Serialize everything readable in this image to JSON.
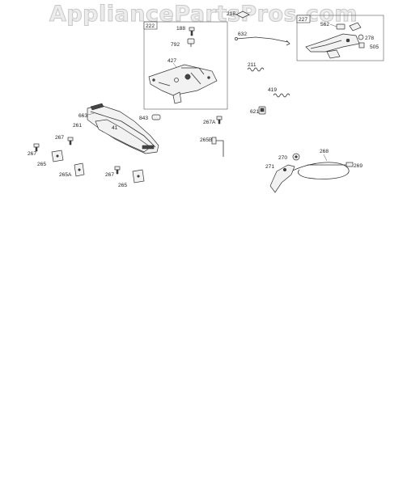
{
  "watermark": "AppliancePartsPros.com",
  "groups": {
    "left_box": "222",
    "right_box": "227"
  },
  "labels": {
    "p188": "188",
    "p792": "792",
    "p427": "427",
    "p218": "218",
    "p632": "632",
    "p562": "562",
    "p278": "278",
    "p505": "505",
    "p211": "211",
    "p419": "419",
    "p621": "621",
    "p663": "663",
    "p261": "261",
    "p41": "41",
    "p843": "843",
    "p267A": "267A",
    "p267a": "267",
    "p267b": "267",
    "p267c": "267",
    "p265a": "265",
    "p265A": "265A",
    "p265b": "265",
    "p265B": "265B",
    "p270": "270",
    "p268": "268",
    "p271": "271",
    "p269": "269"
  }
}
